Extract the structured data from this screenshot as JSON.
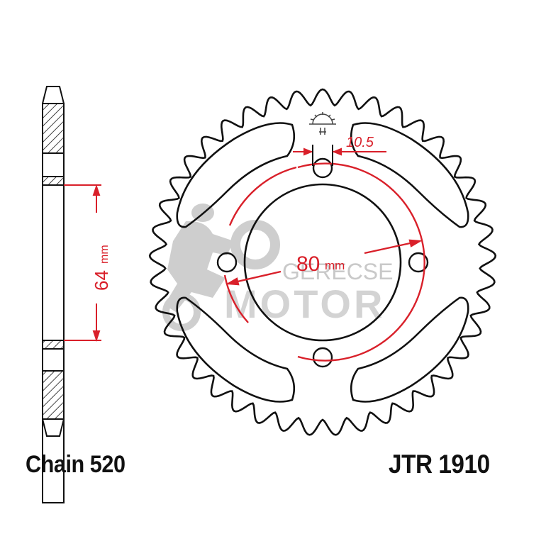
{
  "diagram": {
    "type": "technical-drawing",
    "subject": "rear chain sprocket",
    "part_number": "JTR 1910",
    "chain_label": "Chain 520",
    "dimensions": {
      "hub_width": {
        "value": "64",
        "unit": "mm"
      },
      "bolt_circle": {
        "value": "80",
        "unit": "mm"
      },
      "bolt_hole": {
        "value": "10.5",
        "unit": ""
      }
    },
    "features": {
      "bolt_holes": 4,
      "lightening_slots": 4,
      "approx_tooth_count": 41
    },
    "watermark": {
      "line1": "GERECSE",
      "line2": "MOTOR"
    },
    "colors": {
      "outline": "#111111",
      "dimension": "#d9202a",
      "watermark": "#c9c9c9",
      "background": "#ffffff"
    },
    "icons": [
      "jt-logo-sun-icon"
    ]
  }
}
